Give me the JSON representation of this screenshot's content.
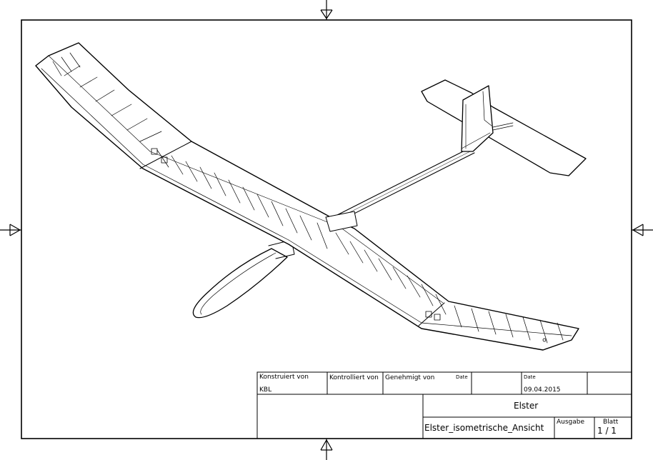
{
  "drawing": {
    "subject": "glider-isometric-line-drawing",
    "colors": {
      "line": "#000000",
      "paper": "#ffffff"
    }
  },
  "title_block": {
    "constructed_by_label": "Konstruiert von",
    "constructed_by_value": "KBL",
    "checked_by_label": "Kontrolliert von",
    "approved_by_label": "Genehmigt von",
    "date_label_1": "Date",
    "date_label_2": "Date",
    "date_value": "09.04.2015",
    "title": "Elster",
    "file_name": "Elster_isometrische_Ansicht",
    "edition_label": "Ausgabe",
    "sheet_label": "Blatt",
    "sheet_value": "1 / 1"
  }
}
